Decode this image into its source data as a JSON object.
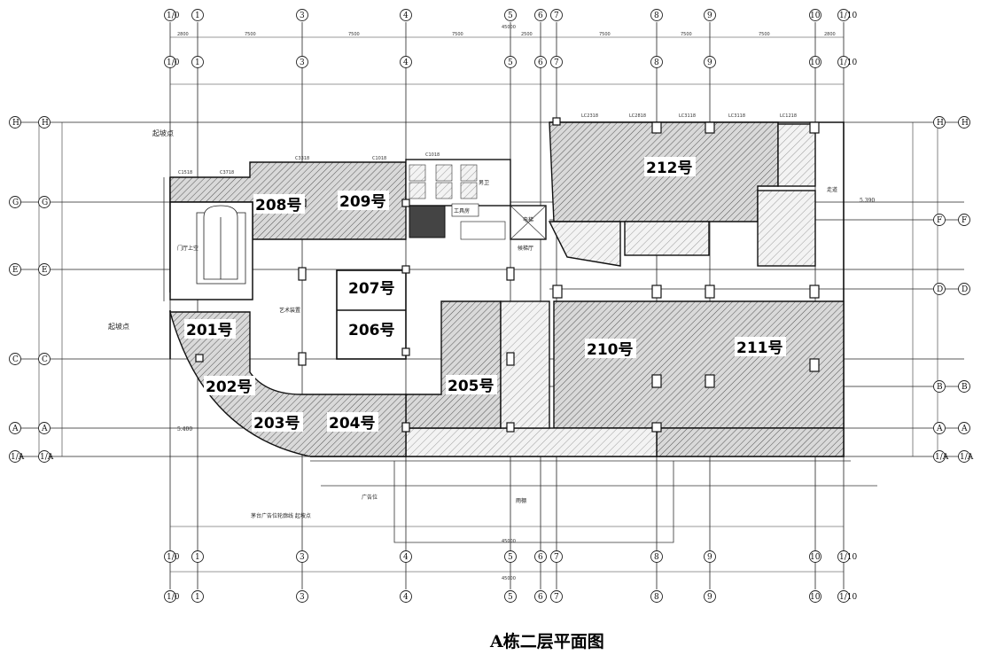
{
  "title": "A栋二层平面图",
  "units": [
    "201号",
    "202号",
    "203号",
    "204号",
    "205号",
    "206号",
    "207号",
    "208号",
    "209号",
    "210号",
    "211号",
    "212号"
  ],
  "grid_top_labels": [
    "1/0",
    "1",
    "3",
    "4",
    "5",
    "6",
    "7",
    "8",
    "9",
    "10",
    "1/10"
  ],
  "grid_side_labels_left": [
    "H",
    "G",
    "E",
    "C",
    "A",
    "1/A"
  ],
  "grid_side_labels_right": [
    "H",
    "F",
    "D",
    "B",
    "A",
    "1/A"
  ],
  "dims_top": [
    "2800",
    "7500",
    "7500",
    "7500",
    "2500",
    "7500",
    "7500",
    "7500",
    "2800"
  ],
  "total_dim": "45000",
  "notes": {
    "qipo_top": "起坡点",
    "qipo_left": "起坡点",
    "men_ting": "门厅上空",
    "yishu": "艺术装置",
    "nanwei": "男卫",
    "gongju": "工具房",
    "dianti": "电梯",
    "houti": "候梯厅",
    "zoudao": "走道",
    "guanggao": "广告位",
    "yupeng": "雨棚",
    "maotai": "茅台广告位轮廓线  起坡点",
    "elev_left": "5.400",
    "elev_right": "5.390",
    "lc1": "LC2318",
    "lc2": "LC2818",
    "lc3": "LC3118",
    "lc4": "LC3118",
    "lc5": "LC1218",
    "c1": "C1518",
    "c2": "C3718",
    "c3": "C3318",
    "c4": "C1018",
    "c5": "C1018"
  }
}
